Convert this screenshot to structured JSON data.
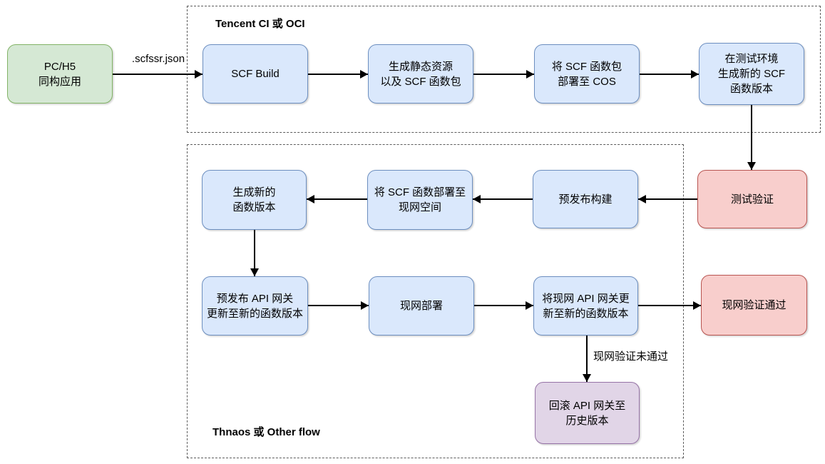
{
  "containers": {
    "tencent_ci": {
      "label": "Tencent CI 或 OCI"
    },
    "thnaos": {
      "label": "Thnaos 或 Other flow"
    }
  },
  "nodes": {
    "pc_h5": {
      "label": "PC/H5\n同构应用",
      "type": "green"
    },
    "scf_build": {
      "label": "SCF Build",
      "type": "blue"
    },
    "gen_static": {
      "label": "生成静态资源\n以及 SCF 函数包",
      "type": "blue"
    },
    "deploy_cos": {
      "label": "将 SCF 函数包\n部署至 COS",
      "type": "blue"
    },
    "test_env_version": {
      "label": "在测试环境\n生成新的 SCF\n函数版本",
      "type": "blue"
    },
    "test_verify": {
      "label": "测试验证",
      "type": "red"
    },
    "pre_release_build": {
      "label": "预发布构建",
      "type": "blue"
    },
    "deploy_prod_space": {
      "label": "将 SCF 函数部署至\n现网空间",
      "type": "blue"
    },
    "gen_new_version": {
      "label": "生成新的\n函数版本",
      "type": "blue"
    },
    "pre_release_gateway": {
      "label": "预发布 API 网关\n更新至新的函数版本",
      "type": "blue"
    },
    "prod_deploy": {
      "label": "现网部署",
      "type": "blue"
    },
    "prod_gateway_update": {
      "label": "将现网 API 网关更\n新至新的函数版本",
      "type": "blue"
    },
    "prod_verify_pass": {
      "label": "现网验证通过",
      "type": "red"
    },
    "rollback_gateway": {
      "label": "回滚 API 网关至\n历史版本",
      "type": "purple"
    }
  },
  "edge_labels": {
    "scfssr_json": ".scfssr.json",
    "prod_verify_fail": "现网验证未通过"
  },
  "colors": {
    "green_fill": "#d5e8d4",
    "green_border": "#82b366",
    "blue_fill": "#dae8fc",
    "blue_border": "#6c8ebf",
    "red_fill": "#f8cecc",
    "red_border": "#b85450",
    "purple_fill": "#e1d5e7",
    "purple_border": "#9673a6",
    "arrow": "#000000",
    "container_border": "#5c5c5c",
    "background": "#ffffff"
  }
}
